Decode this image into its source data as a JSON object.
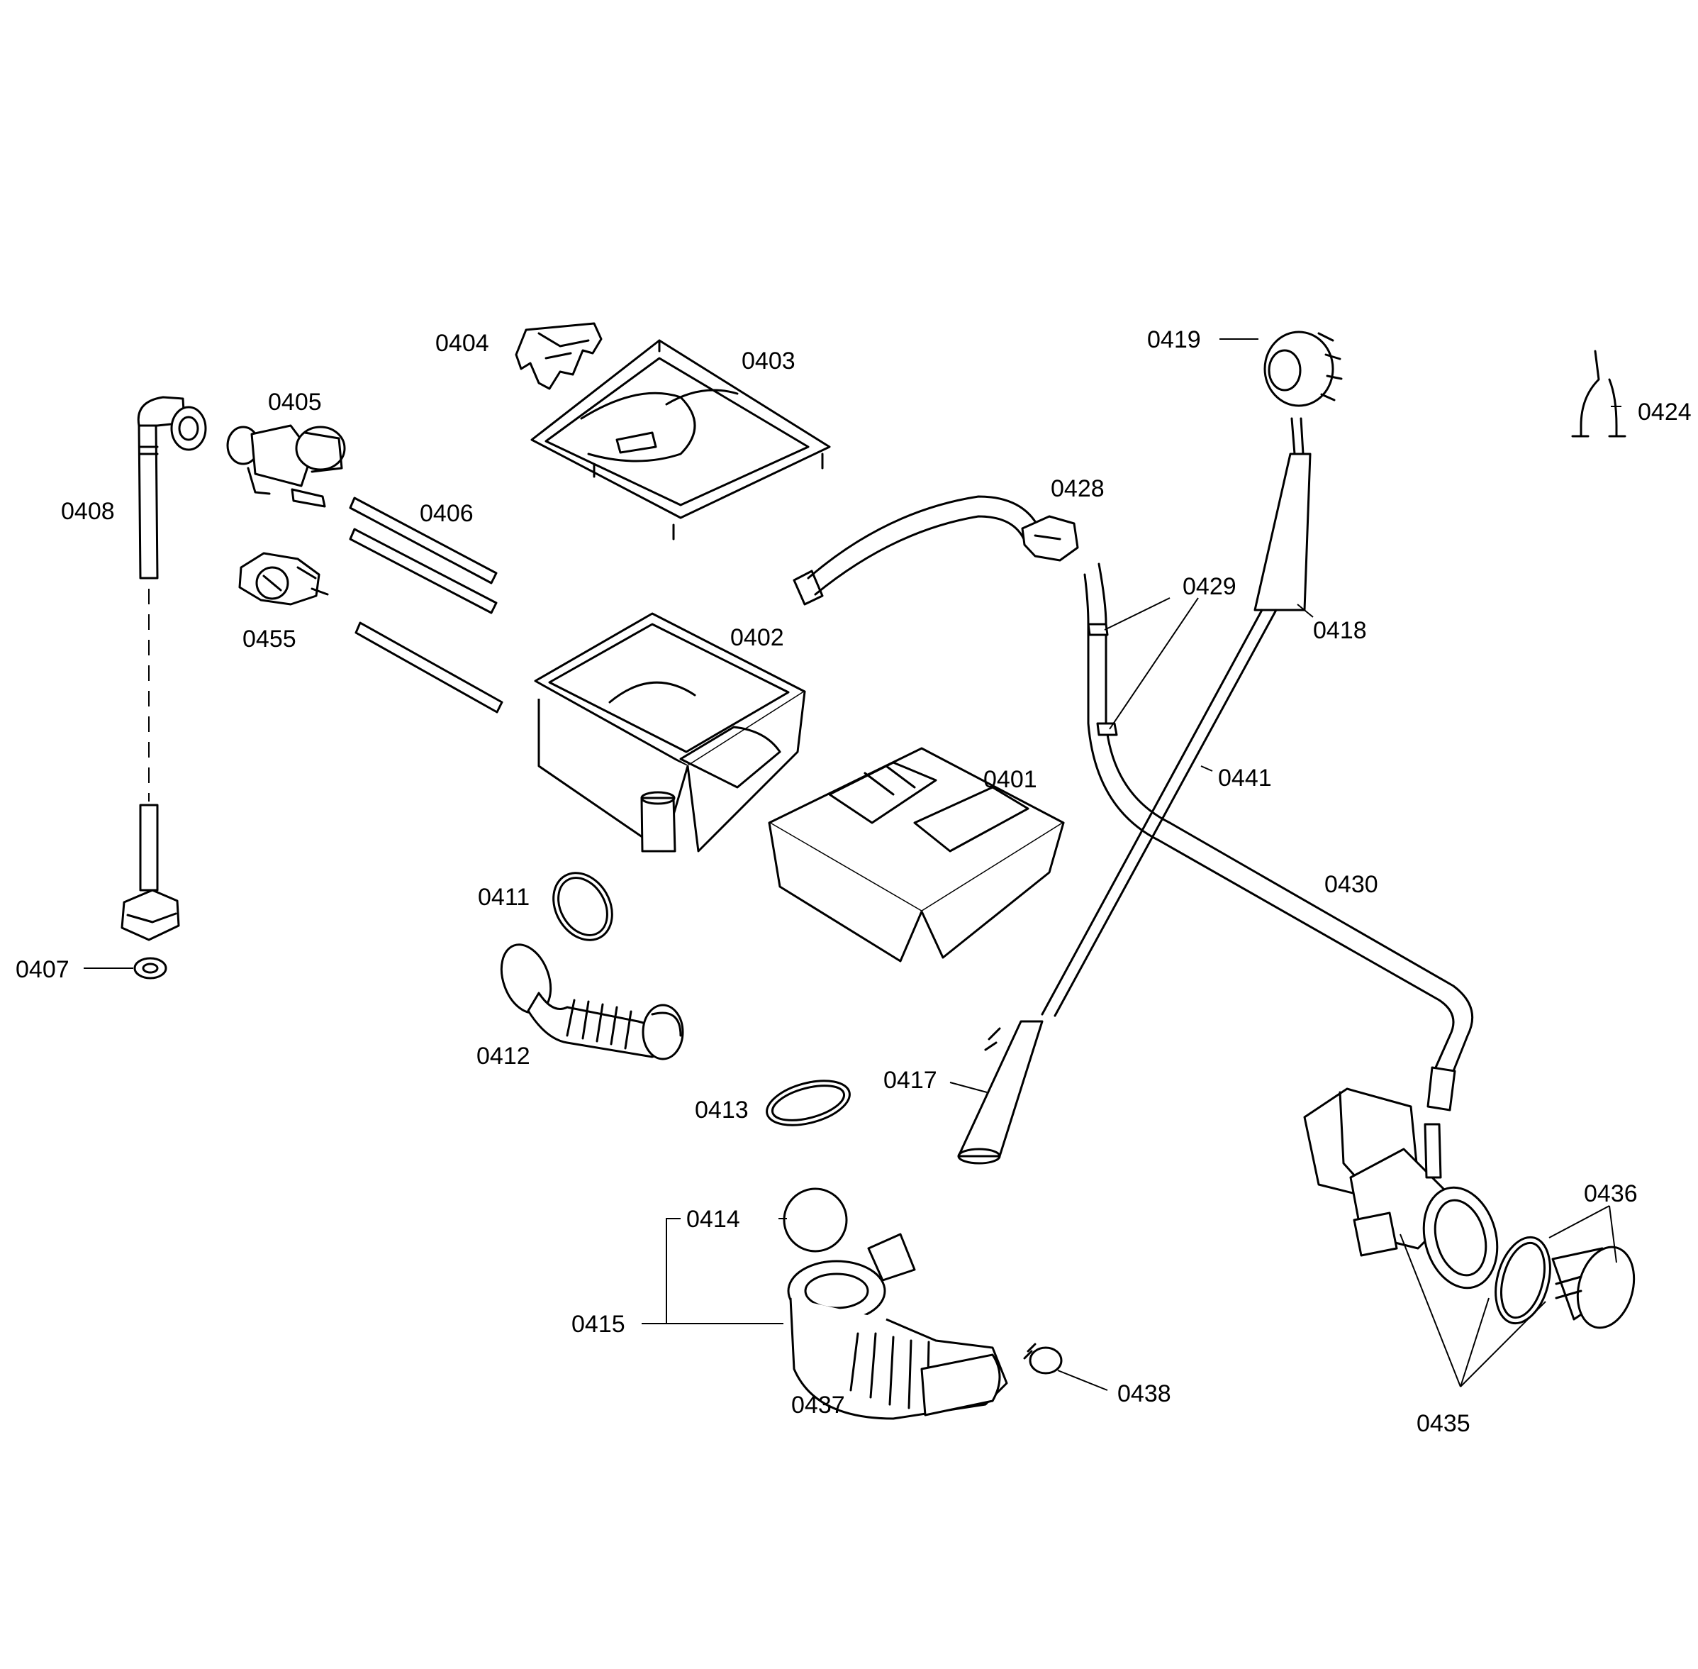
{
  "callouts": {
    "p0401": "0401",
    "p0402": "0402",
    "p0403": "0403",
    "p0404": "0404",
    "p0405": "0405",
    "p0406": "0406",
    "p0407": "0407",
    "p0408": "0408",
    "p0411": "0411",
    "p0412": "0412",
    "p0413": "0413",
    "p0414": "0414",
    "p0415": "0415",
    "p0417": "0417",
    "p0418": "0418",
    "p0419": "0419",
    "p0424": "0424",
    "p0428": "0428",
    "p0429": "0429",
    "p0430": "0430",
    "p0435": "0435",
    "p0436": "0436",
    "p0437": "0437",
    "p0438": "0438",
    "p0441": "0441",
    "p0455": "0455"
  }
}
